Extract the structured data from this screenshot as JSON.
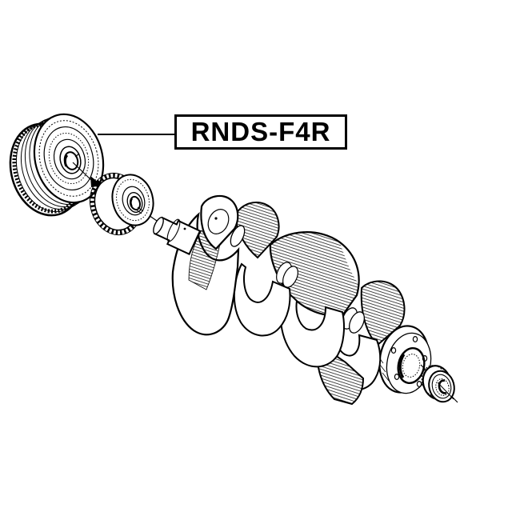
{
  "figure": {
    "type": "exploded-parts-diagram",
    "background_color": "#ffffff",
    "line_color": "#000000",
    "parts": [
      {
        "name": "crankshaft-pulley"
      },
      {
        "name": "timing-sprocket"
      },
      {
        "name": "crankshaft"
      },
      {
        "name": "rear-flange"
      },
      {
        "name": "pilot-bearing"
      }
    ]
  },
  "callout": {
    "label": "RNDS-F4R"
  }
}
